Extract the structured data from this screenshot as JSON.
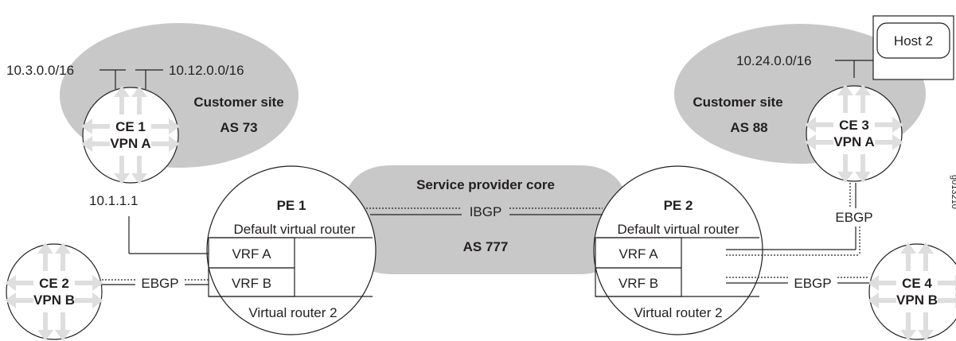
{
  "site_left": {
    "label": "Customer site",
    "as": "AS 73"
  },
  "site_right": {
    "label": "Customer site",
    "as": "AS 88"
  },
  "core": {
    "label": "Service provider core",
    "as": "AS 777",
    "protocol": "IBGP"
  },
  "ce1": {
    "name": "CE 1",
    "vpn": "VPN A",
    "addr": "10.1.1.1",
    "subnet1": "10.3.0.0/16",
    "subnet2": "10.12.0.0/16"
  },
  "ce2": {
    "name": "CE 2",
    "vpn": "VPN B",
    "protocol": "EBGP"
  },
  "ce3": {
    "name": "CE 3",
    "vpn": "VPN A",
    "protocol": "EBGP",
    "subnet": "10.24.0.0/16"
  },
  "ce4": {
    "name": "CE 4",
    "vpn": "VPN B",
    "protocol": "EBGP"
  },
  "host": {
    "name": "Host 2"
  },
  "pe1": {
    "name": "PE 1",
    "dvr": "Default virtual router",
    "vrf_a": "VRF A",
    "vrf_b": "VRF B",
    "vr2": "Virtual router 2"
  },
  "pe2": {
    "name": "PE 2",
    "dvr": "Default virtual router",
    "vrf_a": "VRF A",
    "vrf_b": "VRF B",
    "vr2": "Virtual router 2"
  },
  "figure_id": "g013210"
}
